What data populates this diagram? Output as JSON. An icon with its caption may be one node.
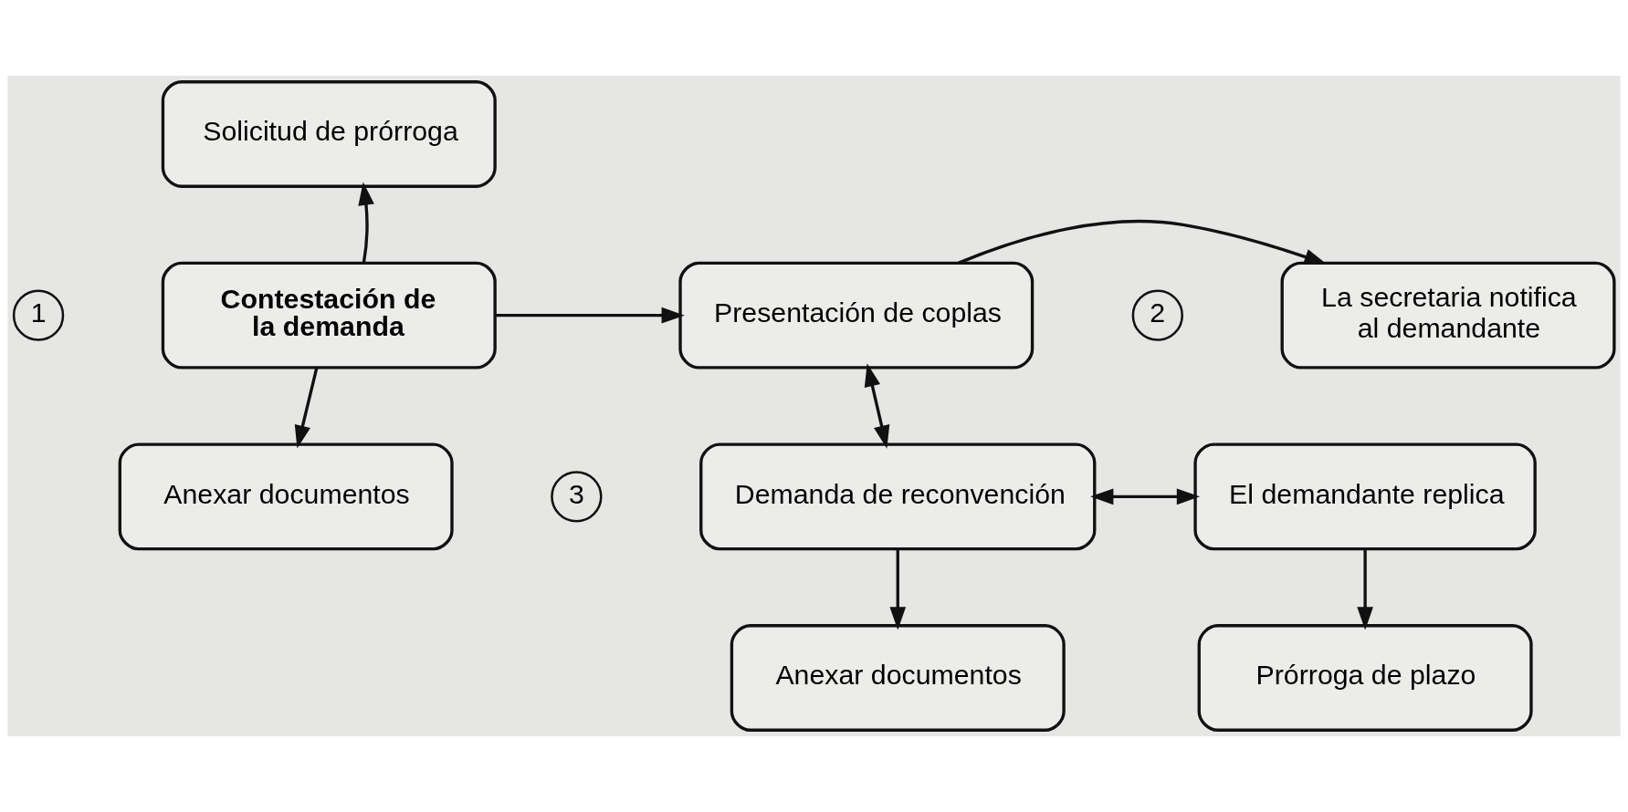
{
  "diagram": {
    "nodes": [
      {
        "text": [
          "Solicitud de prórroga"
        ]
      },
      {
        "text": [
          "Contestación de la demanda"
        ]
      },
      {
        "text": [
          "Presentación de coplas"
        ]
      },
      {
        "text": [
          "La secretaria notifica al demandante"
        ]
      },
      {
        "text": [
          "Anexar documentos"
        ]
      },
      {
        "text": [
          "Demanda de reconvención"
        ]
      },
      {
        "text": [
          "El demandante replica"
        ]
      },
      {
        "text": [
          "Anexar documentos"
        ]
      },
      {
        "text": [
          "Prórroga de plazo"
        ]
      }
    ],
    "edges": [
      {
        "from": 1,
        "to": 0,
        "arrow": "to"
      },
      {
        "from": 1,
        "to": 2,
        "arrow": "to"
      },
      {
        "from": 1,
        "to": 4,
        "arrow": "to"
      },
      {
        "from": 2,
        "to": 3,
        "arrow": "to"
      },
      {
        "from": 2,
        "to": 5,
        "arrow": "both"
      },
      {
        "from": 5,
        "to": 6,
        "arrow": "both"
      },
      {
        "from": 5,
        "to": 7,
        "arrow": "to"
      },
      {
        "from": 6,
        "to": 8,
        "arrow": "to"
      }
    ],
    "labels": [
      "1",
      "2",
      "3"
    ]
  }
}
